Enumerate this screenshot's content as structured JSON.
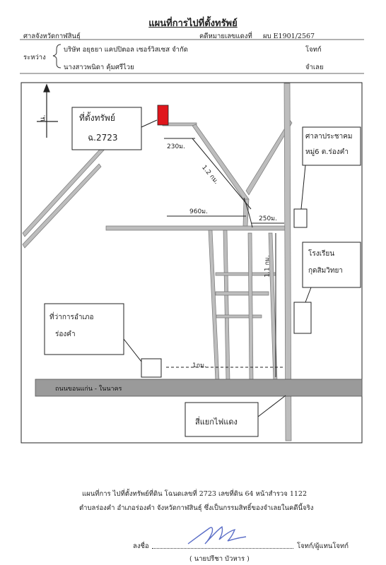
{
  "header": {
    "title": "แผนที่การไปที่ตั้งทรัพย์",
    "court": "ศาลจังหวัดกาฬสินธุ์",
    "case_label": "คดีหมายเลขแดงที่",
    "case_number": "ผบ E1901/2567",
    "between_label": "ระหว่าง",
    "plaintiff": "บริษัท อยุธยา แคปปิตอล เซอร์วิสเซส จำกัด",
    "plaintiff_role": "โจทก์",
    "defendant": "นางสาวพนิดา  คุ้มศรีไวย",
    "defendant_role": "จำเลย"
  },
  "map": {
    "north_label": "น.",
    "property_label": "ที่ตั้งทรัพย์",
    "deed_label": "ฉ.2723",
    "dist_230": "230ม.",
    "dist_1_2km": "1.2 กม.",
    "dist_960": "960ม.",
    "dist_250": "250ม.",
    "dist_1_1km": "1.1 กม.",
    "dist_1km": "1กม.",
    "hall_label_1": "ศาลาประชาคม",
    "hall_label_2": "หมู่6 ต.ร่องคำ",
    "school_label_1": "โรงเรียน",
    "school_label_2": "กุดสิมวิทยา",
    "district_label_1": "ที่ว่าการอำเภอ",
    "district_label_2": "ร่องคำ",
    "road_label": "ถนนขอนแก่น - ในนาคร",
    "traffic_label": "สี่แยกไฟแดง"
  },
  "footer": {
    "line1": "แผนที่การ ไปที่ตั้งทรัพย์ที่ดิน โฉนดเลขที่ 2723 เลขที่ดิน 64 หน้าสำรวจ 1122",
    "line2": "ตำบลร่องคำ อำเภอร่องคำ จังหวัดกาฬสินธุ์ ซึ่งเป็นกรรมสิทธิ์ของจำเลยในคดีนี้จริง",
    "sign_label": "ลงชื่อ",
    "sign_role": "โจทก์/ผู้แทนโจทก์",
    "signer_name": "( นายปรีชา   บัวหาร )"
  },
  "colors": {
    "property": "#e0161c",
    "road_fill": "#bdbdbd",
    "main_road": "#9a9a9a",
    "signature": "#5b6ec7"
  }
}
